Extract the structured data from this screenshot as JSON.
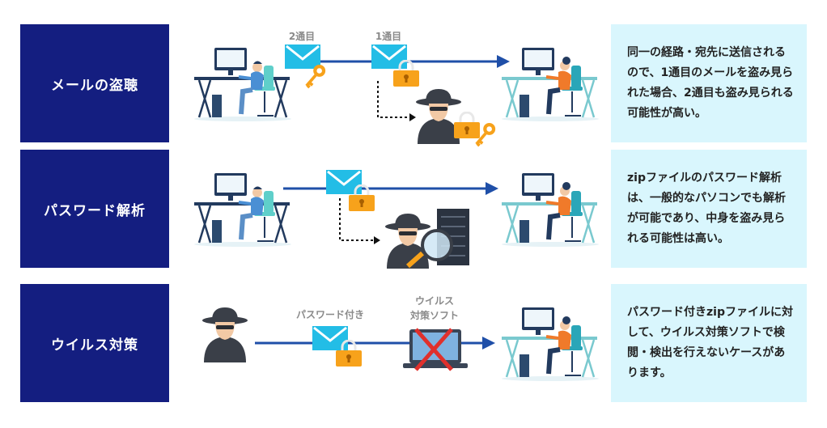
{
  "rows": [
    {
      "label": "メールの盗聴",
      "description": "同一の経路・宛先に送信されるので、1通目のメールを盗み見られた場合、2通目も盗み見られる可能性が高い。",
      "tags": [
        "2通目",
        "1通目"
      ]
    },
    {
      "label": "パスワード解析",
      "description": "zipファイルのパスワード解析は、一般的なパソコンでも解析が可能であり、中身を盗み見られる可能性は高い。"
    },
    {
      "label": "ウイルス対策",
      "description": "パスワード付きzipファイルに対して、ウイルス対策ソフトで検閲・検出を行えないケースがあります。",
      "tags": [
        "パスワード付き",
        "ウイルス",
        "対策ソフト"
      ]
    }
  ],
  "colors": {
    "label_bg": "#141e80",
    "desc_bg": "#d9f6fd",
    "arrow": "#1f4fa8",
    "envelope": "#23bde6",
    "lock": "#f7a21b",
    "cross": "#e0302c"
  }
}
